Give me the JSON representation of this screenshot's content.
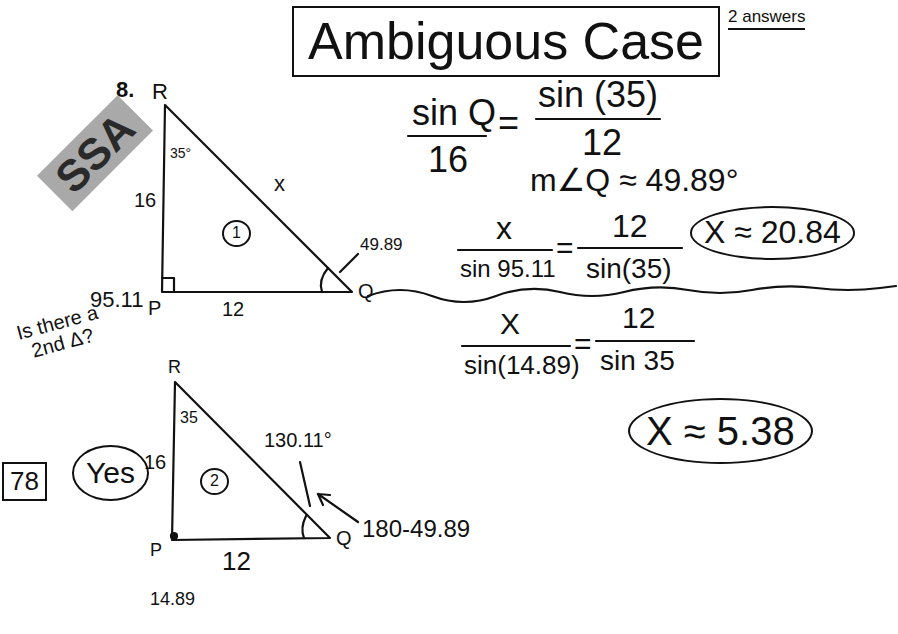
{
  "diagram": {
    "nodes": [
      {
        "text": [
          "Ambiguous Case"
        ]
      },
      {
        "text": [
          "1"
        ]
      },
      {
        "text": [
          "X ≈ 20.84"
        ]
      },
      {
        "text": [
          "Yes"
        ]
      },
      {
        "text": [
          "78"
        ]
      },
      {
        "text": [
          "2"
        ]
      },
      {
        "text": [
          "X ≈ 5.38"
        ]
      }
    ],
    "labels": [
      "2 answers",
      "8.",
      "SSA",
      "R",
      "35°",
      "16",
      "x",
      "49.89",
      "95.11",
      "P",
      "12",
      "Q",
      "sin Q",
      "16",
      "=",
      "sin (35)",
      "12",
      "m∠Q ≈ 49.89°",
      "x",
      "sin 95.11",
      "=",
      "12",
      "sin(35)",
      "Is there a 2nd Δ?",
      "R",
      "35",
      "16",
      "130.11°",
      "180-49.89",
      "P",
      "12",
      "Q",
      "14.89",
      "X",
      "sin(14.89)",
      "=",
      "12",
      "sin 35"
    ]
  }
}
